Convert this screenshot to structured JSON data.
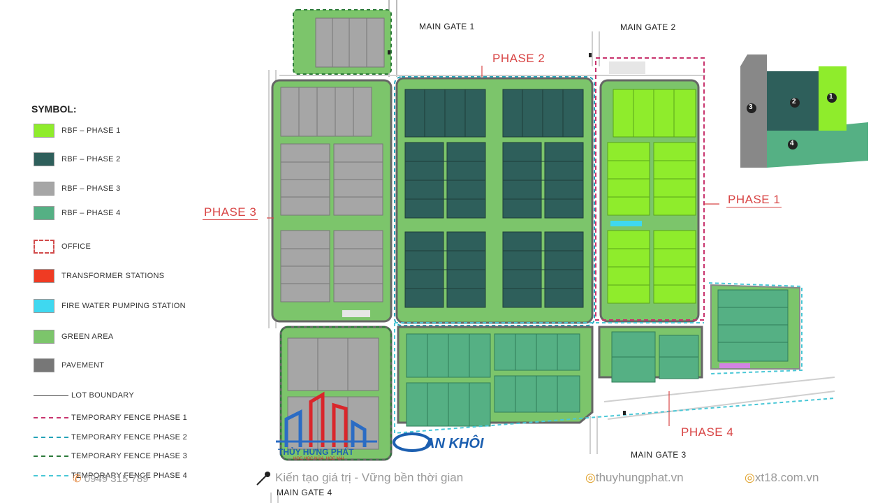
{
  "legend": {
    "title": "SYMBOL:",
    "items": [
      {
        "label": "RBF – PHASE 1",
        "color": "#8fec2c",
        "kind": "fill"
      },
      {
        "label": "RBF – PHASE 2",
        "color": "#2e5f5b",
        "kind": "fill"
      },
      {
        "label": "RBF – PHASE 3",
        "color": "#a6a6a6",
        "kind": "fill"
      },
      {
        "label": "RBF – PHASE 4",
        "color": "#55b084",
        "kind": "fill"
      },
      {
        "label": "OFFICE",
        "color": "#d14b4b",
        "kind": "dashed-box"
      },
      {
        "label": "TRANSFORMER STATIONS",
        "color": "#ef3b23",
        "kind": "fill"
      },
      {
        "label": "FIRE WATER PUMPING STATION",
        "color": "#3fd8f0",
        "kind": "fill"
      },
      {
        "label": "GREEN AREA",
        "color": "#7cc56b",
        "kind": "fill"
      },
      {
        "label": "PAVEMENT",
        "color": "#777777",
        "kind": "fill"
      },
      {
        "label": "LOT BOUNDARY",
        "color": "#555555",
        "kind": "line"
      },
      {
        "label": "TEMPORARY FENCE PHASE 1",
        "color": "#c8336d",
        "kind": "dash"
      },
      {
        "label": "TEMPORARY FENCE PHASE 2",
        "color": "#24a3b8",
        "kind": "dash"
      },
      {
        "label": "TEMPORARY FENCE PHASE 3",
        "color": "#2c7a3a",
        "kind": "dash"
      },
      {
        "label": "TEMPORARY FENCE PHASE 4",
        "color": "#49c7d6",
        "kind": "dash"
      }
    ]
  },
  "phases": {
    "phase1": "PHASE 1",
    "phase2": "PHASE 2",
    "phase3": "PHASE 3",
    "phase4": "PHASE 4"
  },
  "gates": {
    "gate1": "MAIN GATE 1",
    "gate2": "MAIN GATE 2",
    "gate3": "MAIN GATE 3",
    "gate4": "MAIN GATE 4"
  },
  "keymap": {
    "labels": [
      "1",
      "2",
      "3",
      "4"
    ]
  },
  "footer": {
    "phone": "0949 315 789",
    "slogan": "Kiến tạo giá trị - Vững bền thời gian",
    "site1": "thuyhungphat.vn",
    "site2": "xt18.com.vn",
    "logo1_name": "THỦY HƯNG PHÁT",
    "logo1_sub": "HỌC HỌC NỮA, HỌC MÃI",
    "logo2_name": "AN KHÔI"
  }
}
